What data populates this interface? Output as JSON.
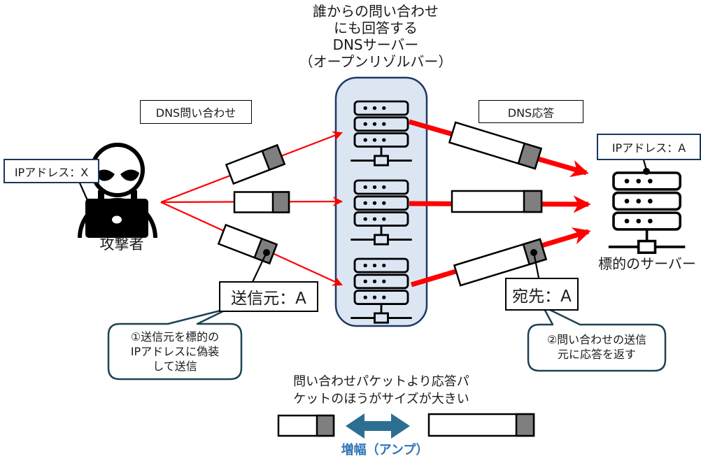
{
  "diagram": {
    "title_lines": [
      "誰からの問い合わせ",
      "にも回答する",
      "DNSサーバー",
      "（オープンリゾルバー）"
    ],
    "labels": {
      "dns_query": "DNS問い合わせ",
      "dns_response": "DNS応答",
      "attacker": "攻撃者",
      "target_server": "標的のサーバー",
      "attacker_ip": "IPアドレス：X",
      "target_ip": "IPアドレス：A",
      "source": "送信元：A",
      "destination": "宛先：A"
    },
    "notes": {
      "step1_lines": [
        "①送信元を標的の",
        "IPアドレスに偽装",
        "して送信"
      ],
      "step2_lines": [
        "②問い合わせの送信",
        "元に応答を返す"
      ]
    },
    "legend": {
      "caption_lines": [
        "問い合わせパケットより応答パ",
        "ケットのほうがサイズが大きい"
      ],
      "amplification": "増幅（アンプ）"
    },
    "icons": {
      "attacker": "hacker-at-laptop-icon",
      "dns_servers": "server-stack-icon",
      "target": "server-stack-icon",
      "packet": "packet-icon",
      "amplification_arrow": "double-headed-arrow-icon"
    },
    "colors": {
      "arrow_red": "#ff0000",
      "callout_border": "#17375e",
      "bubble_border": "#1f4254",
      "open_resolver_fill": "#dce6f2",
      "open_resolver_border": "#1f3864",
      "packet_tip_gray": "#7f7f7f",
      "amp_arrow": "#2c6f92",
      "amp_text": "#2e75b6"
    }
  }
}
